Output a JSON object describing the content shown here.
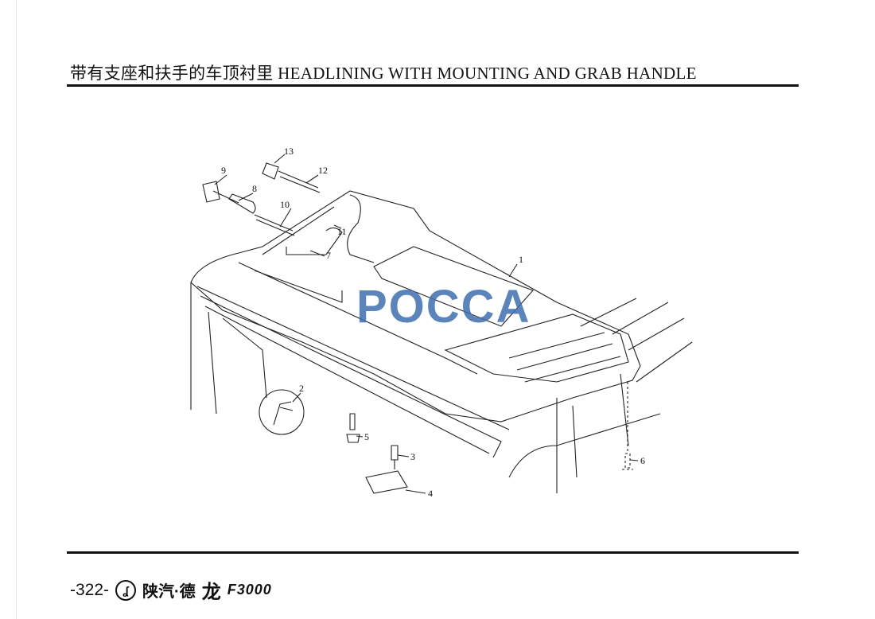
{
  "header": {
    "title": "带有支座和扶手的车顶衬里 HEADLINING WITH MOUNTING AND GRAB HANDLE"
  },
  "diagram": {
    "callouts": [
      "1",
      "2",
      "3",
      "4",
      "5",
      "6",
      "7",
      "8",
      "9",
      "10",
      "11",
      "12",
      "13"
    ]
  },
  "watermark": "POCCA",
  "footer": {
    "page_number": "-322-",
    "brand": "陕汽·德",
    "brand_calligraphy": "龙",
    "model": "F3000"
  }
}
